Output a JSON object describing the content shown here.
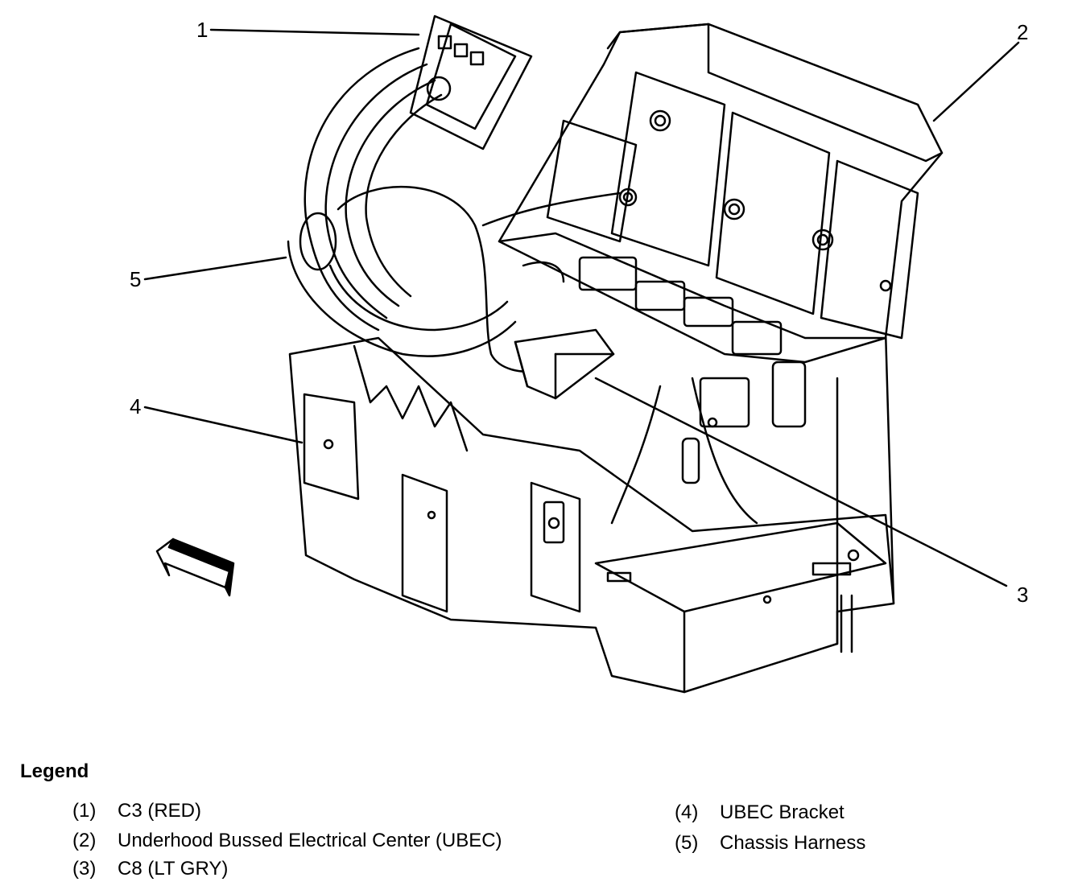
{
  "callouts": [
    {
      "id": "1",
      "label": "1"
    },
    {
      "id": "2",
      "label": "2"
    },
    {
      "id": "3",
      "label": "3"
    },
    {
      "id": "4",
      "label": "4"
    },
    {
      "id": "5",
      "label": "5"
    }
  ],
  "legend": {
    "title": "Legend",
    "items": [
      {
        "num": "(1)",
        "text": "C3 (RED)"
      },
      {
        "num": "(2)",
        "text": "Underhood Bussed Electrical Center (UBEC)"
      },
      {
        "num": "(3)",
        "text": "C8 (LT GRY)"
      },
      {
        "num": "(4)",
        "text": "UBEC Bracket"
      },
      {
        "num": "(5)",
        "text": "Chassis Harness"
      }
    ]
  },
  "colors": {
    "line": "#000000",
    "background": "#ffffff"
  }
}
